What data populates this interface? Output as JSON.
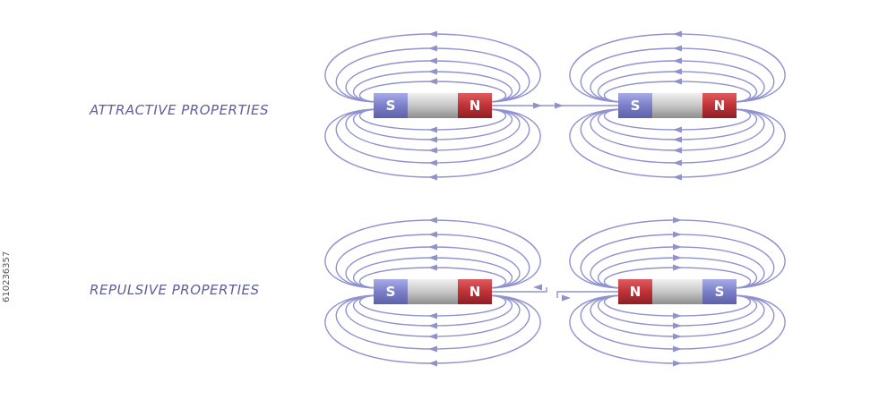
{
  "rows": {
    "attractive": {
      "label": "ATTRACTIVE PROPERTIES",
      "magnets": [
        {
          "left_pole": "S",
          "right_pole": "N"
        },
        {
          "left_pole": "S",
          "right_pole": "N"
        }
      ]
    },
    "repulsive": {
      "label": "REPULSIVE PROPERTIES",
      "magnets": [
        {
          "left_pole": "S",
          "right_pole": "N"
        },
        {
          "left_pole": "N",
          "right_pole": "S"
        }
      ]
    }
  },
  "side_id": "610236357",
  "colors": {
    "south": "#7b7fc9",
    "north": "#bf3338",
    "body": "#c7c7c7",
    "field_line": "#8f92cf",
    "label": "#5e5f9a"
  }
}
